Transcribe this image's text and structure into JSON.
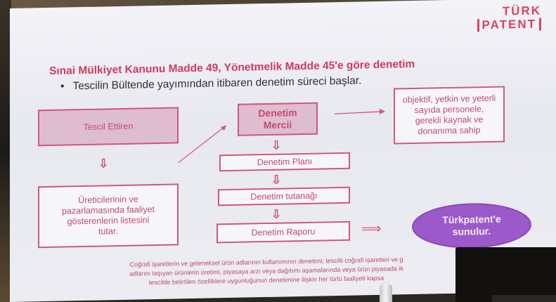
{
  "logo": {
    "line1": "TÜRK",
    "line2": "PATENT"
  },
  "title": "Sınai Mülkiyet Kanunu Madde 49, Yönetmelik Madde 45'e göre denetim",
  "bullet": "Tescilin Bültende yayımından itibaren denetim süreci başlar.",
  "boxes": {
    "tescil_ettiren": "Tescil Ettiren",
    "ureticilerin": "Üreticilerinin ve pazarlamasında faaliyet gösterenlerin listesini tutar.",
    "denetim_mercii": "Denetim Mercii",
    "objektif": "objektif, yetkin ve yeterli sayıda personele, gerekli kaynak ve donanıma sahip",
    "denetim_plani": "Denetim Planı",
    "denetim_tutanagi": "Denetim tutanağı",
    "denetim_raporu": "Denetim Raporu",
    "turkpatent": "Türkpatent'e sunulur."
  },
  "arrows": {
    "down": "⇩",
    "right": "⟹"
  },
  "footer": {
    "line1": "Coğrafi işaretlerin ve geleneksel ürün adlarının kullanımının denetimi; tescilli coğrafi işaretleri ve g",
    "line2": "adlarını taşıyan ürünlerin üretimi, piyasaya arzı veya dağıtımı aşamalarında veya ürün piyasada ik",
    "line3": "tescilde belirtilen özelliklere uygunluğunun denetimine ilişkin her türlü faaliyeti kapsa"
  },
  "colors": {
    "accent": "#d03a5e",
    "box_border": "#d2577a",
    "box_fill": "#dfbdd0",
    "ellipse_fill": "#9b59c9"
  }
}
